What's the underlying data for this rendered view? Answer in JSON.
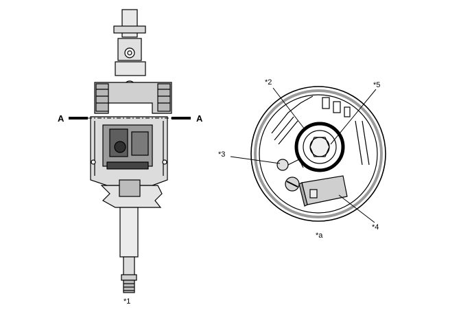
{
  "diagram": {
    "section_marker": "A",
    "callouts": {
      "c1": "*1",
      "c2": "*2",
      "c3": "*3",
      "c4": "*4",
      "c5": "*5",
      "ca": "*a"
    }
  }
}
